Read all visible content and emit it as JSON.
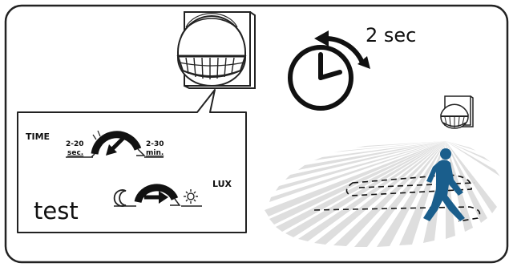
{
  "timer": {
    "label": "2 sec"
  },
  "panel": {
    "time_title": "TIME",
    "time_min_top": "2-20",
    "time_min_bottom": "sec.",
    "time_max_top": "2-30",
    "time_max_bottom": "min.",
    "lux_title": "LUX",
    "test_label": "test"
  },
  "icons": {
    "sensor_large": "motion-sensor-icon",
    "sensor_small": "motion-sensor-icon",
    "clock": "clock-icon",
    "person": "walking-person-icon",
    "moon": "moon-icon",
    "sun": "sun-icon"
  },
  "colors": {
    "person": "#1a5e8c",
    "outline": "#111111",
    "rays": "#dddddd",
    "background": "#ffffff"
  }
}
